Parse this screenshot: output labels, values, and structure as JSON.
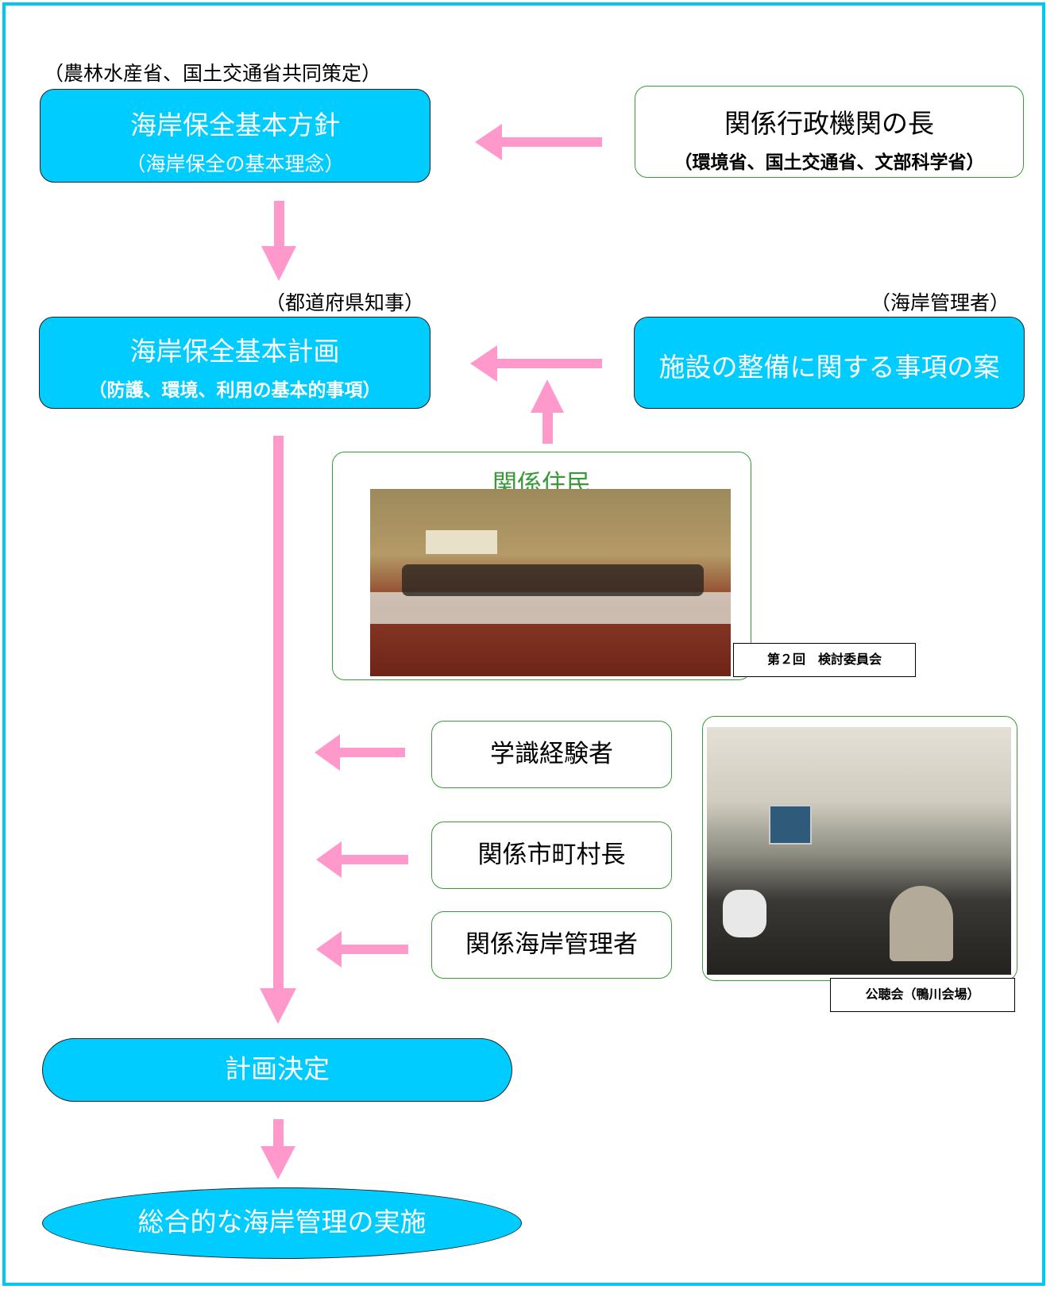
{
  "basic_policy": {
    "note": "（農林水産省、国土交通省共同策定）",
    "title": "海岸保全基本方針",
    "subtitle": "（海岸保全の基本理念）"
  },
  "admin_heads": {
    "title": "関係行政機関の長",
    "subtitle": "（環境省、国土交通省、文部科学省）"
  },
  "basic_plan": {
    "note": "（都道府県知事）",
    "title": "海岸保全基本計画",
    "subtitle": "（防護、環境、利用の基本的事項）"
  },
  "facility_plan": {
    "note": "（海岸管理者）",
    "title": "施設の整備に関する事項の案"
  },
  "residents": {
    "title": "関係住民",
    "photo_caption": "第２回　検討委員会"
  },
  "consulted": [
    {
      "label": "学識経験者"
    },
    {
      "label": "関係市町村長"
    },
    {
      "label": "関係海岸管理者"
    }
  ],
  "hearing_photo": {
    "caption": "公聴会（鴨川会場）"
  },
  "decision": {
    "label": "計画決定"
  },
  "implementation": {
    "label": "総合的な海岸管理の実施"
  },
  "colors": {
    "frame": "#00c8ee",
    "box_fill": "#00ccff",
    "green_border": "#3a9a3a",
    "arrow": "#ff99cc"
  }
}
